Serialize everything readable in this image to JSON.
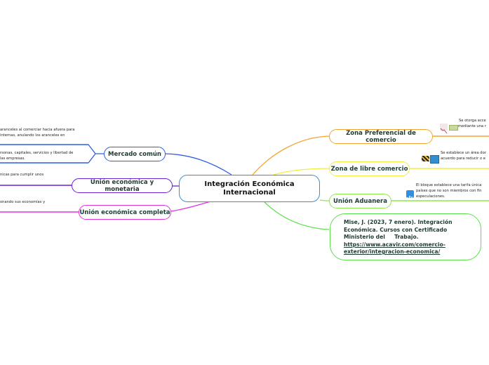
{
  "central": {
    "line1": "Integración Económica",
    "line2": "Internacional",
    "color": "#3b8fd1"
  },
  "right_topics": [
    {
      "label": "Zona Preferencial de comercio",
      "color": "#f5a431",
      "detail_lines": [
        "Se otorga acce",
        "mediante una r"
      ],
      "icons": [
        "declining-chart-icon",
        "money-icon"
      ]
    },
    {
      "label": "Zona de libre comercio",
      "color": "#f2ee3a",
      "detail_lines": [
        "Se establece un área dor",
        "acuerdo para reducir o e"
      ],
      "icons": [
        "barrier-icon",
        "globe-icon"
      ]
    },
    {
      "label": "Unión Aduanera",
      "color": "#8fe84a",
      "detail_lines": [
        "El bloque establece una tarifa única",
        "países que no son miembros con fin",
        "especulaciones."
      ],
      "icons": [
        "chart-icon"
      ]
    }
  ],
  "reference": {
    "line1": "Mise, J. (2023, 7 enero).  Integración",
    "line2": "Económica. Cursos con Certificado",
    "line3": "Ministerio del     Trabajo.",
    "link1": "https://www.acavir.com/comercio-",
    "link2": "exterior/integracion-economica/",
    "color": "#59e04a"
  },
  "left_topics": [
    {
      "label": "Mercado común",
      "color": "#2f5fe0",
      "details": [
        {
          "lines": [
            "aranceles al comerciar hacia afuera para",
            "internas, anulando los aranceles en"
          ]
        },
        {
          "lines": [
            "rsonas, capitales, servicios y libertad de",
            "las empresas."
          ]
        }
      ]
    },
    {
      "label": "Unión económica y monetaria",
      "color": "#6a1fd6",
      "details": [
        {
          "lines": [
            "nicas para cumplir unos"
          ]
        }
      ]
    },
    {
      "label": "Unión económica completa",
      "color": "#e033e0",
      "details": [
        {
          "lines": [
            "onando sus economías y"
          ]
        }
      ]
    }
  ]
}
